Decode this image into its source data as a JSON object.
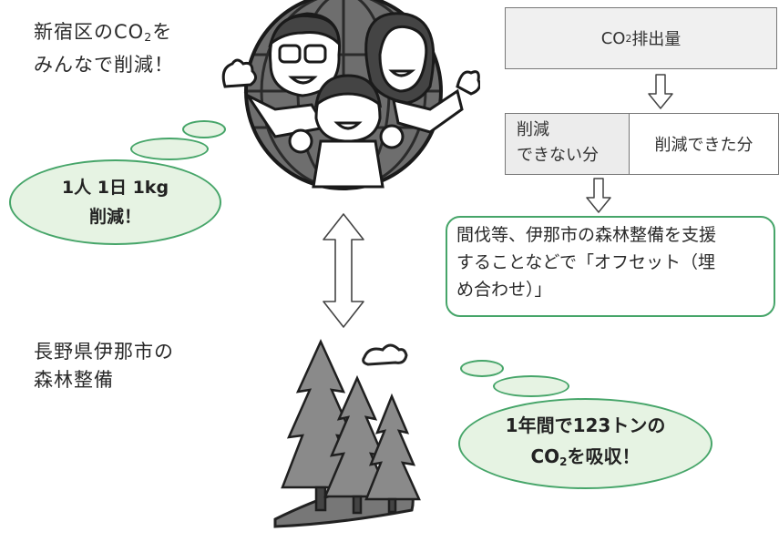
{
  "left_heading": {
    "line1_pre": "新宿区のCO",
    "line1_sub": "2",
    "line1_post": "を",
    "line2": "みんなで削減！"
  },
  "bubble_top": {
    "line1": "1人 1日 1kg",
    "line2": "削減！"
  },
  "forest_heading": {
    "line1": "長野県伊那市の",
    "line2": "森林整備"
  },
  "bubble_bottom": {
    "line1": "1年間で123トンの",
    "line2_pre": "CO",
    "line2_sub": "2",
    "line2_post": "を吸収！"
  },
  "emissions_box": {
    "pre": "CO",
    "sub": "2",
    "post": "排出量"
  },
  "split_box": {
    "left_line1": "削減",
    "left_line2": "できない分",
    "right": "削減できた分"
  },
  "offset_box": {
    "line1": "間伐等、伊那市の森林整備を支援",
    "line2": "することなどで「オフセット（埋",
    "line3": "め合わせ）」"
  },
  "colors": {
    "accent_green": "#46a569",
    "bubble_fill": "#e6f3e3",
    "box_fill": "#f0f0f0"
  },
  "icons": [
    "family-globe-illustration",
    "double-arrow-icon",
    "down-arrow-icon",
    "forest-illustration"
  ]
}
